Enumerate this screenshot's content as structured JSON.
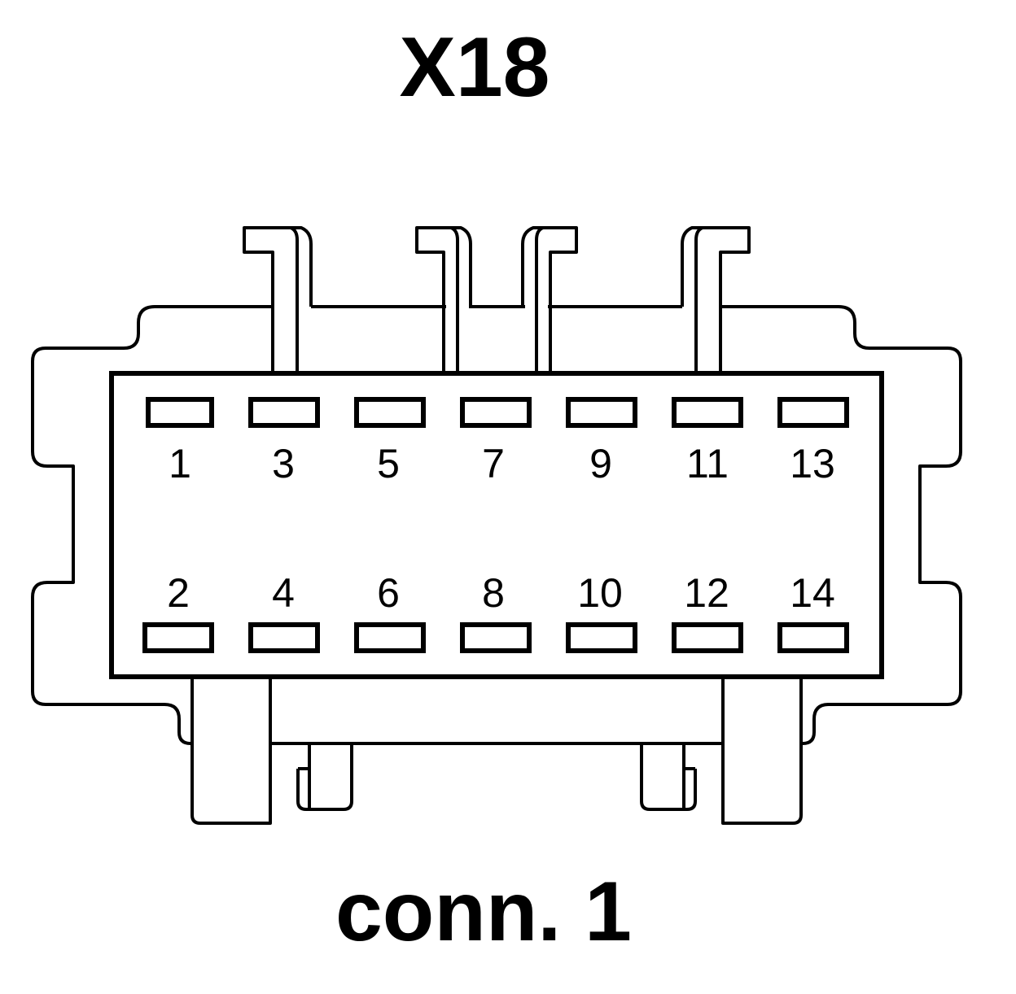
{
  "connector_id": "X18",
  "connector_label": "conn. 1",
  "pins": {
    "top_row": [
      "1",
      "3",
      "5",
      "7",
      "9",
      "11",
      "13"
    ],
    "bottom_row": [
      "2",
      "4",
      "6",
      "8",
      "10",
      "12",
      "14"
    ]
  }
}
